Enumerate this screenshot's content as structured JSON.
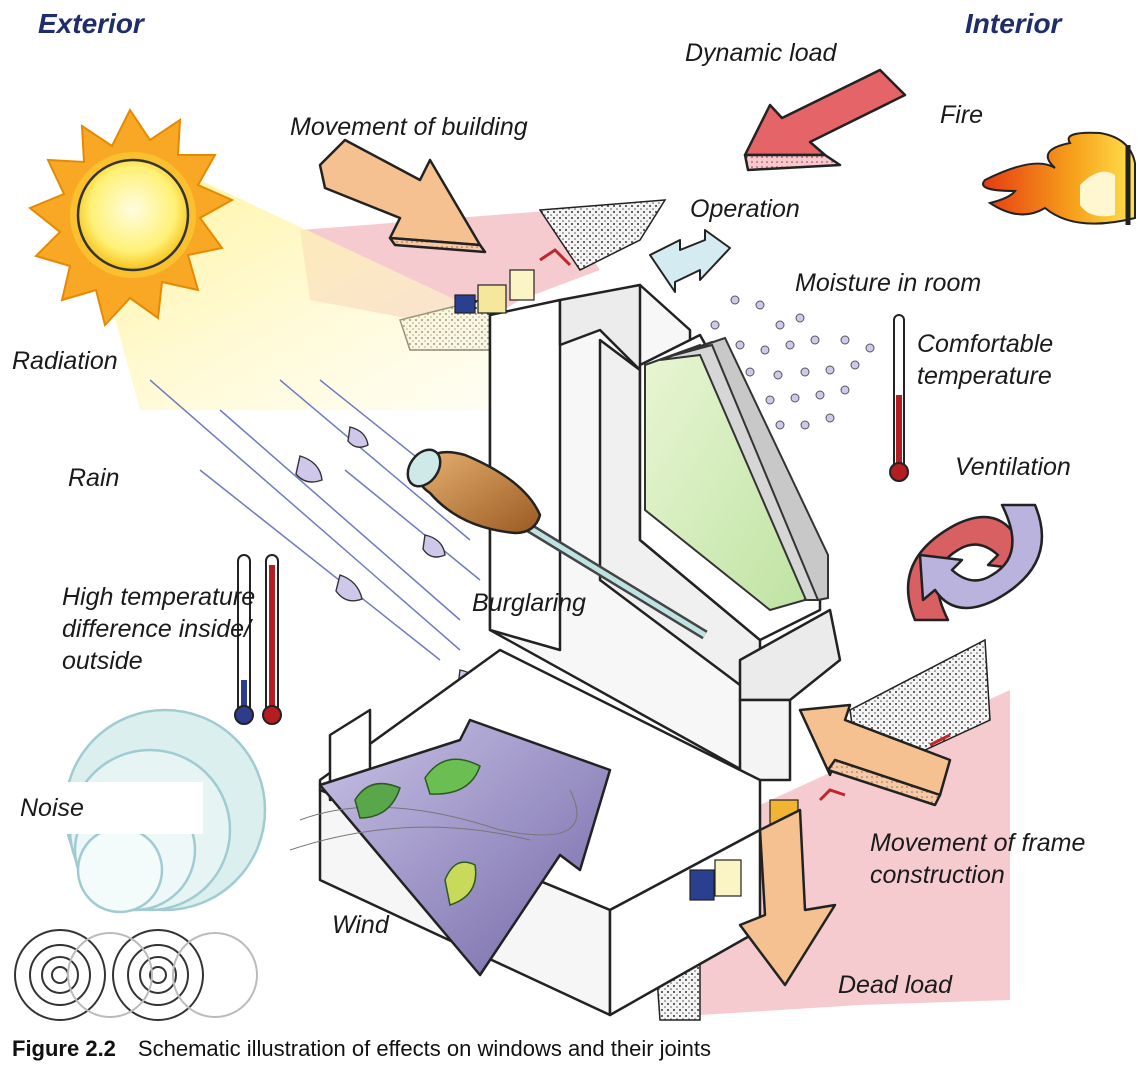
{
  "headers": {
    "exterior": "Exterior",
    "interior": "Interior"
  },
  "labels": {
    "dynamic_load": "Dynamic load",
    "fire": "Fire",
    "movement_of_building": "Movement of building",
    "operation": "Operation",
    "moisture_in_room": "Moisture in room",
    "comfortable_temperature": [
      "Comfortable",
      "temperature"
    ],
    "radiation": "Radiation",
    "ventilation": "Ventilation",
    "rain": "Rain",
    "high_temperature_difference": [
      "High temperature",
      "difference inside/",
      "outside"
    ],
    "burglaring": "Burglaring",
    "noise": "Noise",
    "movement_of_frame_construction": [
      "Movement of frame",
      "construction"
    ],
    "wind": "Wind",
    "dead_load": "Dead load"
  },
  "caption": {
    "figure_number": "Figure 2.2",
    "text": "Schematic illustration of effects on windows and their joints"
  }
}
